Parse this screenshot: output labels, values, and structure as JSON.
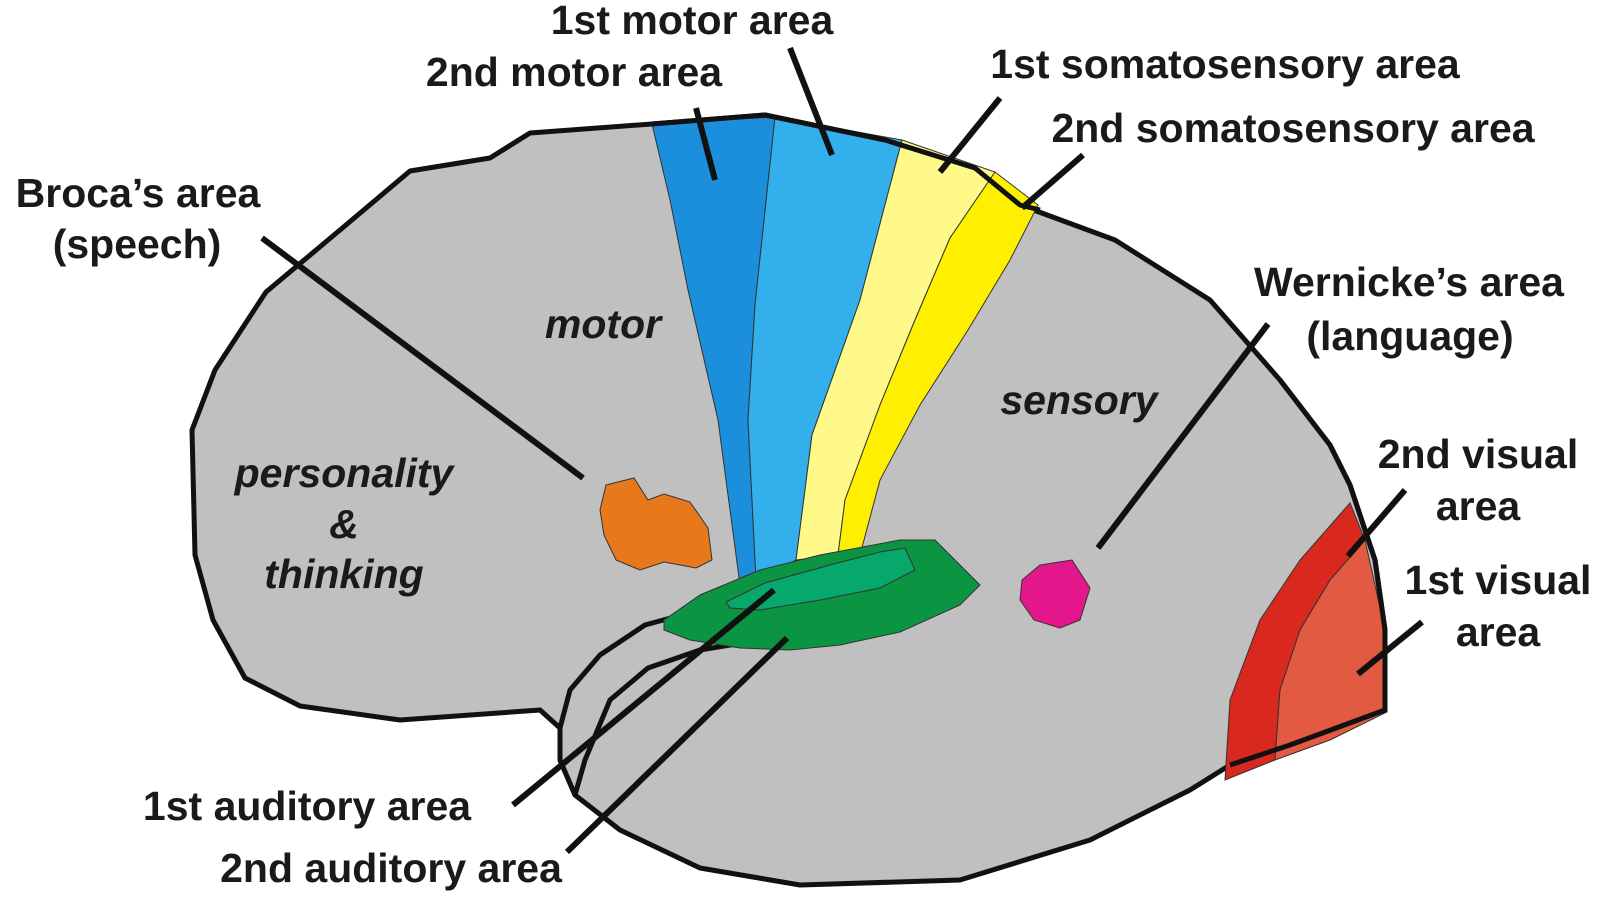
{
  "colors": {
    "brain": "#c0c0c0",
    "outline": "#111111",
    "motor_2": "#1b8fdc",
    "motor_1": "#33b0ec",
    "somatosensory_1": "#fff98a",
    "somatosensory_2": "#ffef00",
    "broca": "#e7791c",
    "wernicke": "#e3168b",
    "auditory_2": "#0b9543",
    "auditory_1": "#06a86c",
    "visual_2": "#d9281d",
    "visual_1": "#e35a42"
  },
  "labels": {
    "motor_1": "1st motor area",
    "motor_2": "2nd motor area",
    "somatosensory_1": "1st somatosensory area",
    "somatosensory_2": "2nd somatosensory area",
    "broca_line1": "Broca’s area",
    "broca_line2": "(speech)",
    "wernicke_line1": "Wernicke’s area",
    "wernicke_line2": "(language)",
    "visual_2_line1": "2nd visual",
    "visual_2_line2": "area",
    "visual_1_line1": "1st visual",
    "visual_1_line2": "area",
    "auditory_1": "1st auditory area",
    "auditory_2": "2nd auditory area"
  },
  "region_labels": {
    "motor": "motor",
    "sensory": "sensory",
    "personality_line1": "personality",
    "personality_line2": "&",
    "personality_line3": "thinking"
  }
}
